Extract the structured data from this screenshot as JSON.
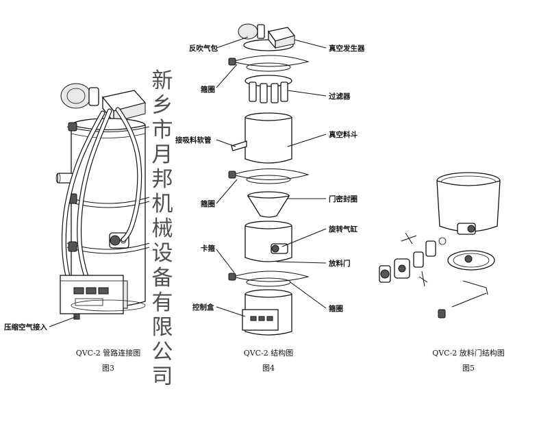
{
  "figures": [
    {
      "title": "QVC-2 管路连接图",
      "number": "图3"
    },
    {
      "title": "QVC-2 结构图",
      "number": "图4"
    },
    {
      "title": "QVC-2 放料门结构图",
      "number": "图5"
    }
  ],
  "labels": {
    "compressed_air": "压缩空气接入",
    "blowback_bag": "反吹气包",
    "vacuum_generator": "真空发生器",
    "clamp_ring_top": "箍圈",
    "filter": "过滤器",
    "feed_hose": "接吸料软管",
    "vacuum_hopper": "真空料斗",
    "clamp_ring_mid": "箍圈",
    "door_seal": "门密封圈",
    "rotary_cylinder": "旋转气缸",
    "clip": "卡箍",
    "discharge_door": "放料门",
    "control_box": "控制盒",
    "clamp_ring_bottom": "箍圈"
  },
  "watermark": "新乡市月邦机械设备有限公司"
}
